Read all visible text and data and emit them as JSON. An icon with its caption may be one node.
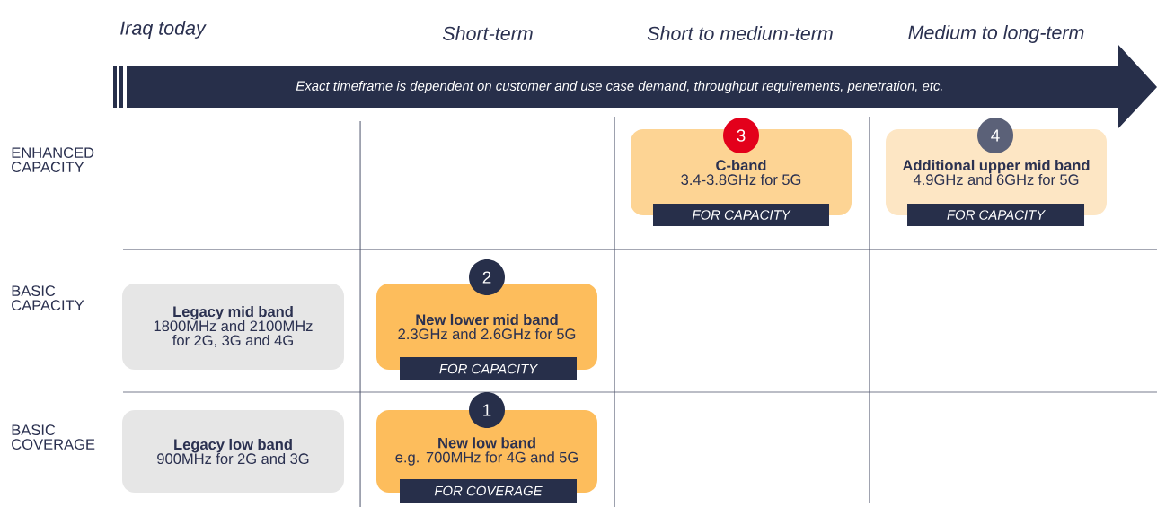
{
  "diagram": {
    "nodes": [
      {
        "text": [
          "Exact timeframe is dependent on customer and use case demand, throughput requirements, penetration, etc."
        ]
      },
      {
        "text": [
          "3"
        ]
      },
      {
        "text": [
          "C-band",
          "3.4-3.8GHz for 5G"
        ]
      },
      {
        "text": [
          "FOR CAPACITY"
        ]
      },
      {
        "text": [
          "4"
        ]
      },
      {
        "text": [
          "Additional upper mid band",
          "4.9GHz and 6GHz for 5G"
        ]
      },
      {
        "text": [
          "FOR CAPACITY"
        ]
      },
      {
        "text": [
          "Legacy mid band",
          "1800MHz and 2100MHz for 2G, 3G and 4G"
        ]
      },
      {
        "text": [
          "2"
        ]
      },
      {
        "text": [
          "New lower mid band",
          "2.3GHz and 2.6GHz for 5G"
        ]
      },
      {
        "text": [
          "FOR CAPACITY"
        ]
      },
      {
        "text": [
          "Legacy low band",
          "900MHz for 2G and 3G"
        ]
      },
      {
        "text": [
          "1"
        ]
      },
      {
        "text": [
          "New low band",
          "e.g. 700MHz for 4G and 5G"
        ]
      },
      {
        "text": [
          "FOR COVERAGE"
        ]
      }
    ],
    "labels": [
      "Iraq today",
      "Short-term",
      "Short to medium-term",
      "Medium to long-term",
      "ENHANCED CAPACITY",
      "BASIC CAPACITY",
      "BASIC COVERAGE"
    ]
  }
}
